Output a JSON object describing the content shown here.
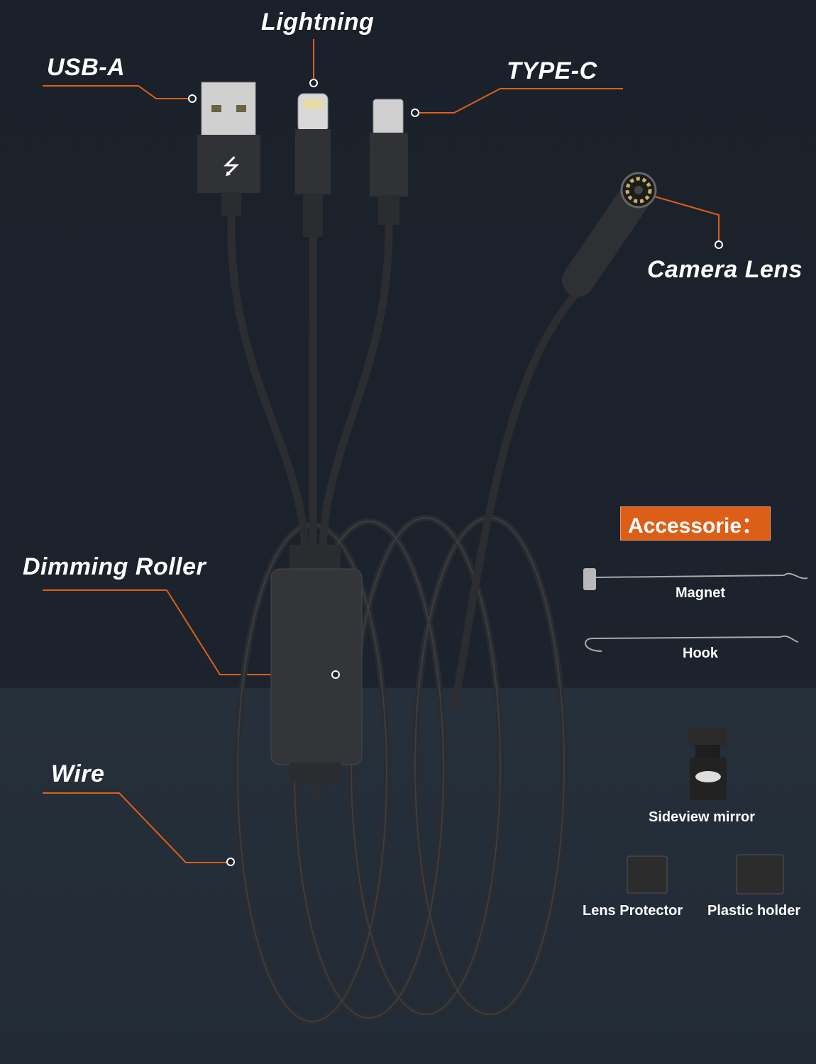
{
  "labels": {
    "usb_a": "USB-A",
    "lightning": "Lightning",
    "type_c": "TYPE-C",
    "camera_lens": "Camera Lens",
    "dimming_roller": "Dimming Roller",
    "wire": "Wire"
  },
  "accessories": {
    "heading": "Accessorie：",
    "items": [
      "Magnet",
      "Hook",
      "Sideview mirror",
      "Lens Protector",
      "Plastic holder"
    ]
  },
  "colors": {
    "accent": "#dd5f17",
    "background": "#1b212a"
  }
}
